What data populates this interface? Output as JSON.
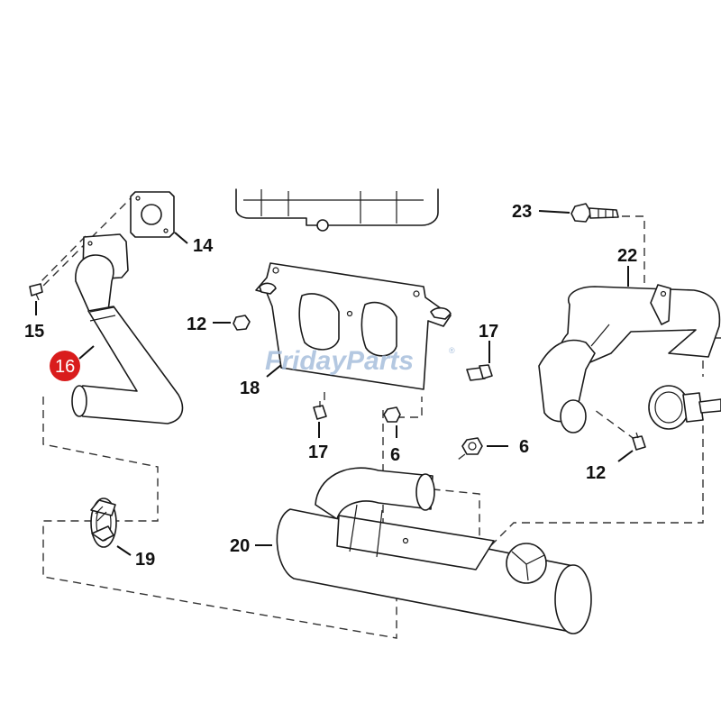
{
  "watermark": {
    "text": "FridayParts",
    "registered_mark": "®",
    "color": "#a7bfdc"
  },
  "highlight": {
    "part": "16",
    "color": "#d91c1c"
  },
  "callouts": [
    {
      "id": "14",
      "label": "14"
    },
    {
      "id": "15",
      "label": "15"
    },
    {
      "id": "16",
      "label": "16"
    },
    {
      "id": "12a",
      "label": "12"
    },
    {
      "id": "18",
      "label": "18"
    },
    {
      "id": "17a",
      "label": "17"
    },
    {
      "id": "17b",
      "label": "17"
    },
    {
      "id": "6a",
      "label": "6"
    },
    {
      "id": "6b",
      "label": "6"
    },
    {
      "id": "23",
      "label": "23"
    },
    {
      "id": "22",
      "label": "22"
    },
    {
      "id": "12b",
      "label": "12"
    },
    {
      "id": "19",
      "label": "19"
    },
    {
      "id": "20",
      "label": "20"
    }
  ]
}
